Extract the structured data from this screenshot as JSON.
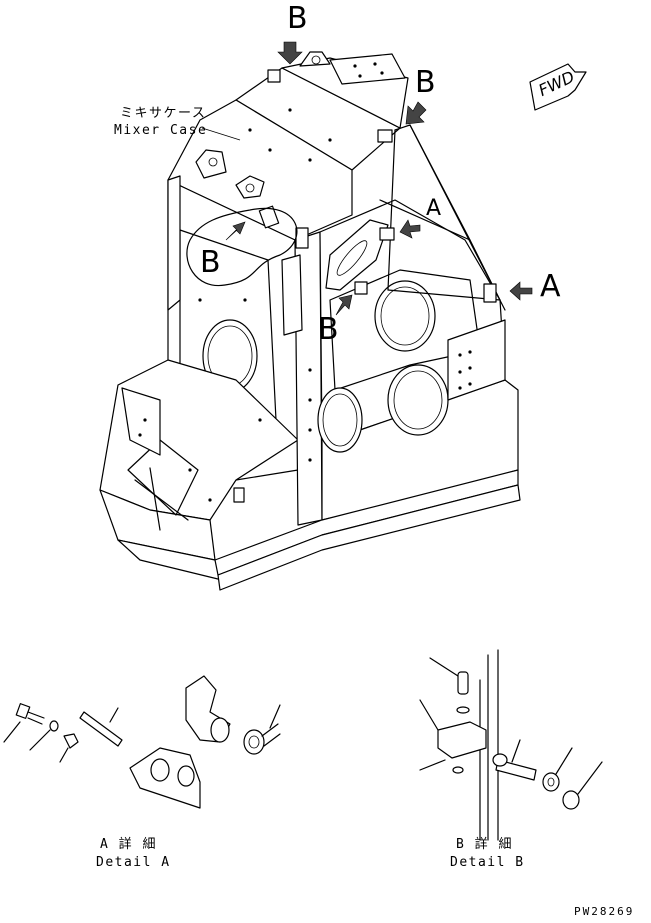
{
  "callouts": {
    "b_top": "B",
    "b_right_top": "B",
    "b_left": "B",
    "b_center": "B",
    "a_right": "A",
    "a_inner": "A"
  },
  "mixer_case": {
    "jp": "ミキサケース",
    "en": "Mixer Case"
  },
  "fwd_label": "FWD",
  "detail_a": {
    "jp": "A 詳 細",
    "en": "Detail A"
  },
  "detail_b": {
    "jp": "B 詳 細",
    "en": "Detail B"
  },
  "drawing_code": "PW28269"
}
